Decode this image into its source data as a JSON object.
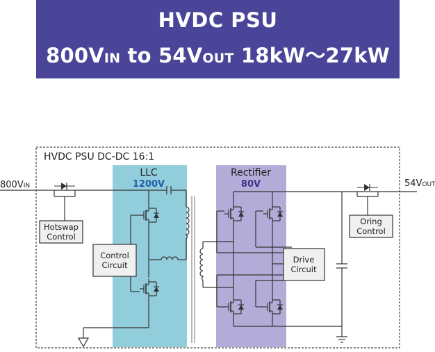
{
  "banner": {
    "line1": "HVDC PSU",
    "line2_a": "800V",
    "line2_a_sub": "IN",
    "line2_b": " to 54V",
    "line2_b_sub": "OUT",
    "line2_c": " 18kW〜27kW"
  },
  "diagram": {
    "frame_title": "HVDC PSU DC-DC 16:1",
    "input_label": "800V",
    "input_label_sub": "IN",
    "output_label": "54V",
    "output_label_sub": "OUT",
    "llc_title": "LLC",
    "llc_voltage": "1200V",
    "rectifier_title": "Rectifier",
    "rectifier_voltage": "80V",
    "hotswap_line1": "Hotswap",
    "hotswap_line2": "Control",
    "control_line1": "Control",
    "control_line2": "Circuit",
    "drive_line1": "Drive",
    "drive_line2": "Circuit",
    "oring_line1": "Oring",
    "oring_line2": "Control"
  },
  "colors": {
    "banner_bg": "#4b4599",
    "llc_bg": "#92cddc",
    "rectifier_bg": "#b4acd8",
    "llc_voltage": "#1f5fa8",
    "rectifier_voltage": "#3b3487",
    "box_fill": "#f0f0f0"
  }
}
